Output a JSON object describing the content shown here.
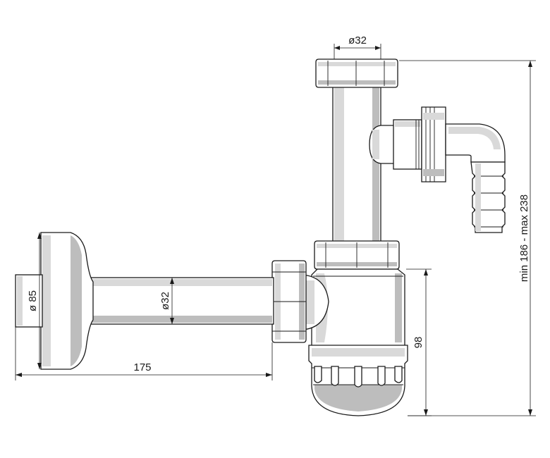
{
  "dimensions": {
    "top_pipe_diameter": "ø32",
    "overall_height": "min 186 - max 238",
    "bottle_height": "98",
    "wall_flange_diameter": "ø 85",
    "horizontal_pipe_diameter": "ø32",
    "horizontal_length": "175"
  }
}
